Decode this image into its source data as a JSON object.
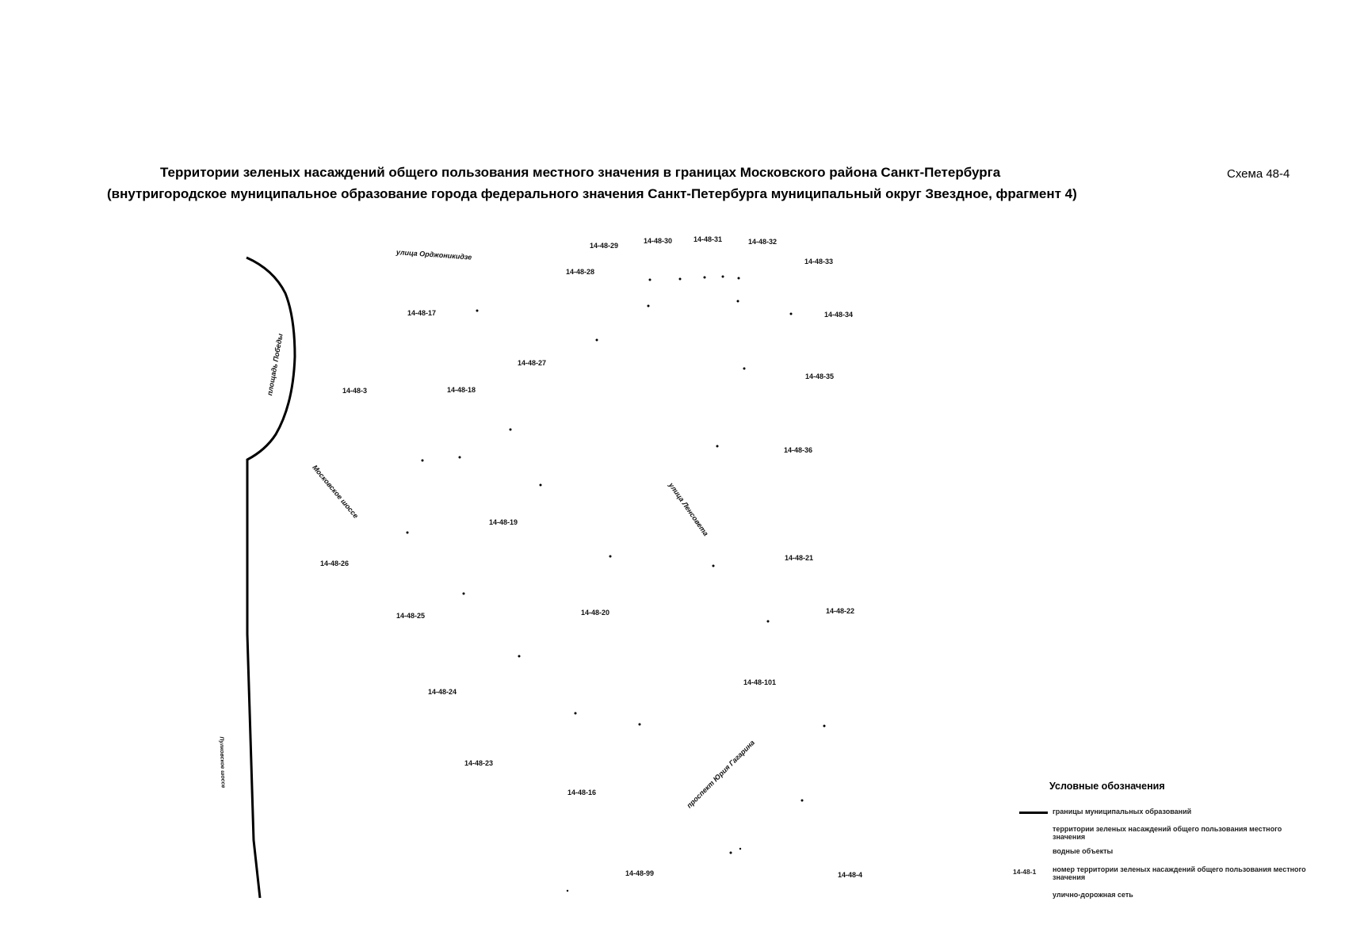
{
  "title": {
    "line1": "Территории зеленых насаждений общего пользования местного значения в границах Московского района Санкт-Петербурга",
    "line2": "(внутригородское муниципальное образование города федерального значения Санкт-Петербурга муниципальный округ Звездное, фрагмент 4)",
    "scheme": "Схема 48-4"
  },
  "plots": [
    {
      "id": "p29",
      "label": "14-48-29"
    },
    {
      "id": "p30",
      "label": "14-48-30"
    },
    {
      "id": "p31",
      "label": "14-48-31"
    },
    {
      "id": "p32",
      "label": "14-48-32"
    },
    {
      "id": "p33",
      "label": "14-48-33"
    },
    {
      "id": "p28",
      "label": "14-48-28"
    },
    {
      "id": "p17",
      "label": "14-48-17"
    },
    {
      "id": "p34",
      "label": "14-48-34"
    },
    {
      "id": "p27",
      "label": "14-48-27"
    },
    {
      "id": "p35",
      "label": "14-48-35"
    },
    {
      "id": "p3",
      "label": "14-48-3"
    },
    {
      "id": "p18",
      "label": "14-48-18"
    },
    {
      "id": "p36",
      "label": "14-48-36"
    },
    {
      "id": "p19",
      "label": "14-48-19"
    },
    {
      "id": "p26",
      "label": "14-48-26"
    },
    {
      "id": "p21",
      "label": "14-48-21"
    },
    {
      "id": "p25",
      "label": "14-48-25"
    },
    {
      "id": "p20",
      "label": "14-48-20"
    },
    {
      "id": "p22",
      "label": "14-48-22"
    },
    {
      "id": "p101",
      "label": "14-48-101"
    },
    {
      "id": "p24",
      "label": "14-48-24"
    },
    {
      "id": "p23",
      "label": "14-48-23"
    },
    {
      "id": "p16",
      "label": "14-48-16"
    },
    {
      "id": "p99",
      "label": "14-48-99"
    },
    {
      "id": "p4",
      "label": "14-48-4"
    }
  ],
  "streets": [
    {
      "id": "s1",
      "label": "улица Орджоникидзе"
    },
    {
      "id": "s2",
      "label": "площадь Победы"
    },
    {
      "id": "s3",
      "label": "Московское шоссе"
    },
    {
      "id": "s4",
      "label": "улица Ленсовета"
    },
    {
      "id": "s5",
      "label": "проспект Юрия Гагарина"
    },
    {
      "id": "s6",
      "label": "Пулковское шоссе"
    }
  ],
  "legend": {
    "title": "Условные обозначения",
    "items": [
      {
        "symbol": "line",
        "text": "границы муниципальных образований"
      },
      {
        "symbol": "none",
        "text": "территории зеленых насаждений общего пользования местного значения"
      },
      {
        "symbol": "none",
        "text": "водные объекты"
      },
      {
        "symbol": "code",
        "code": "14-48-1",
        "text": "номер территории зеленых насаждений общего пользования местного значения"
      },
      {
        "symbol": "none",
        "text": "улично-дорожная сеть"
      }
    ]
  }
}
